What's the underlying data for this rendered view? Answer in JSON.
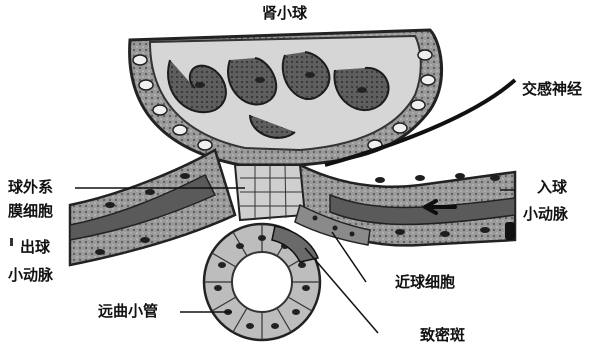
{
  "labels": {
    "glomerulus": "肾小球",
    "sympathetic_nerve": "交感神经",
    "extraglomerular_line1": "球外系",
    "extraglomerular_line2": "膜细胞",
    "afferent_line1": "入球",
    "afferent_line2": "小动脉",
    "efferent_line1": "出球",
    "efferent_line2": "小动脉",
    "juxtaglomerular_cells": "近球细胞",
    "distal_tubule": "远曲小管",
    "macula_densa": "致密斑"
  },
  "colors": {
    "ink": "#111111",
    "tissue_dark": "#4a4a4a",
    "tissue_mid": "#7a7a7a",
    "tissue_light": "#bdbdbd",
    "cell_fill": "#e8e8e8"
  },
  "icons": {
    "flow_direction": "arrow-left-icon"
  }
}
